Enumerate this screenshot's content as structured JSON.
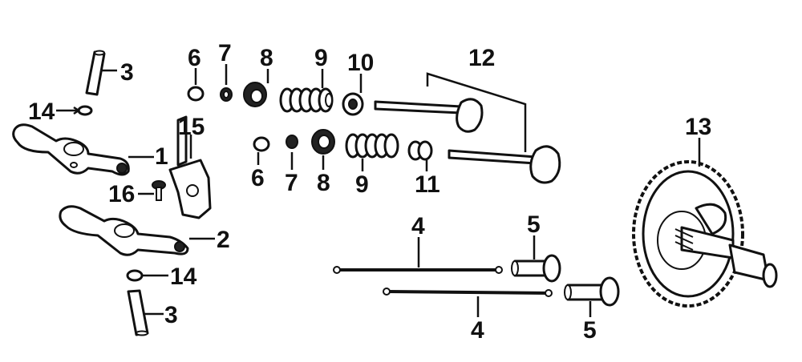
{
  "diagram": {
    "callouts": [
      {
        "id": "c3a",
        "text": "3"
      },
      {
        "id": "c14a",
        "text": "14"
      },
      {
        "id": "c1",
        "text": "1"
      },
      {
        "id": "c16",
        "text": "16"
      },
      {
        "id": "c15",
        "text": "15"
      },
      {
        "id": "c2",
        "text": "2"
      },
      {
        "id": "c14b",
        "text": "14"
      },
      {
        "id": "c3b",
        "text": "3"
      },
      {
        "id": "c6a",
        "text": "6"
      },
      {
        "id": "c7a",
        "text": "7"
      },
      {
        "id": "c8a",
        "text": "8"
      },
      {
        "id": "c9a",
        "text": "9"
      },
      {
        "id": "c10",
        "text": "10"
      },
      {
        "id": "c12",
        "text": "12"
      },
      {
        "id": "c6b",
        "text": "6"
      },
      {
        "id": "c7b",
        "text": "7"
      },
      {
        "id": "c8b",
        "text": "8"
      },
      {
        "id": "c9b",
        "text": "9"
      },
      {
        "id": "c11",
        "text": "11"
      },
      {
        "id": "c4a",
        "text": "4"
      },
      {
        "id": "c5a",
        "text": "5"
      },
      {
        "id": "c4b",
        "text": "4"
      },
      {
        "id": "c5b",
        "text": "5"
      },
      {
        "id": "c13",
        "text": "13"
      }
    ]
  }
}
